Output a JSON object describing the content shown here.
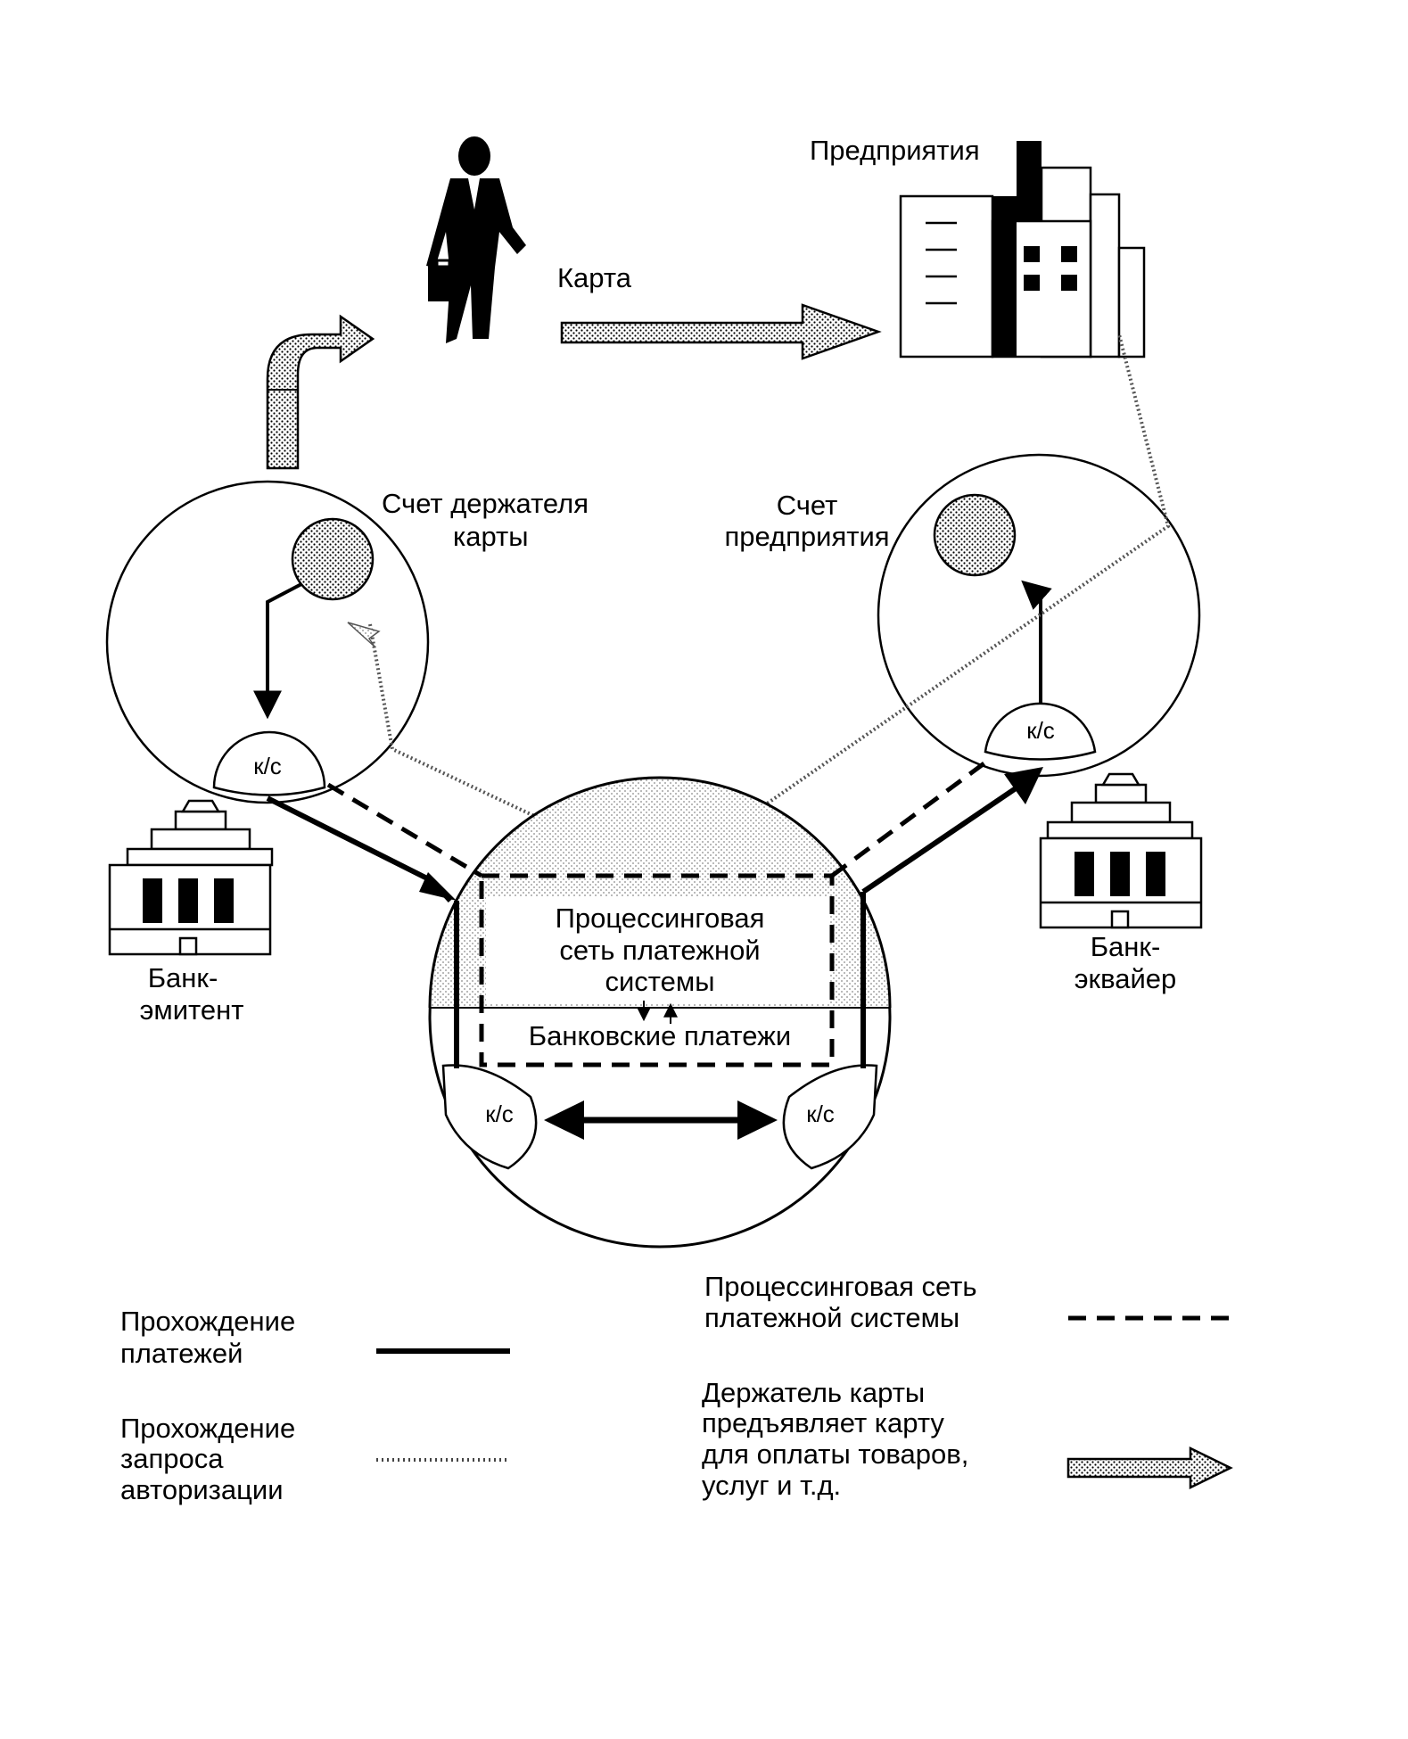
{
  "labels": {
    "enterprises": "Предприятия",
    "card": "Карта",
    "cardholder_account_line1": "Счет держателя",
    "cardholder_account_line2": "карты",
    "merchant_account_line1": "Счет",
    "merchant_account_line2": "предприятия",
    "issuer_bank_line1": "Банк-",
    "issuer_bank_line2": "эмитент",
    "acquirer_bank_line1": "Банк-",
    "acquirer_bank_line2": "эквайер",
    "processing_network_line1": "Процессинговая",
    "processing_network_line2": "сеть платежной",
    "processing_network_line3": "системы",
    "bank_payments": "Банковские платежи",
    "ks": "к/с"
  },
  "legend": {
    "payments_line1": "Прохождение",
    "payments_line2": "платежей",
    "authorization_line1": "Прохождение",
    "authorization_line2": "запроса",
    "authorization_line3": "авторизации",
    "network_line1": "Процессинговая сеть",
    "network_line2": "платежной системы",
    "presents_line1": "Держатель карты",
    "presents_line2": "предъявляет карту",
    "presents_line3": "для оплаты товаров,",
    "presents_line4": "услуг и т.д."
  }
}
